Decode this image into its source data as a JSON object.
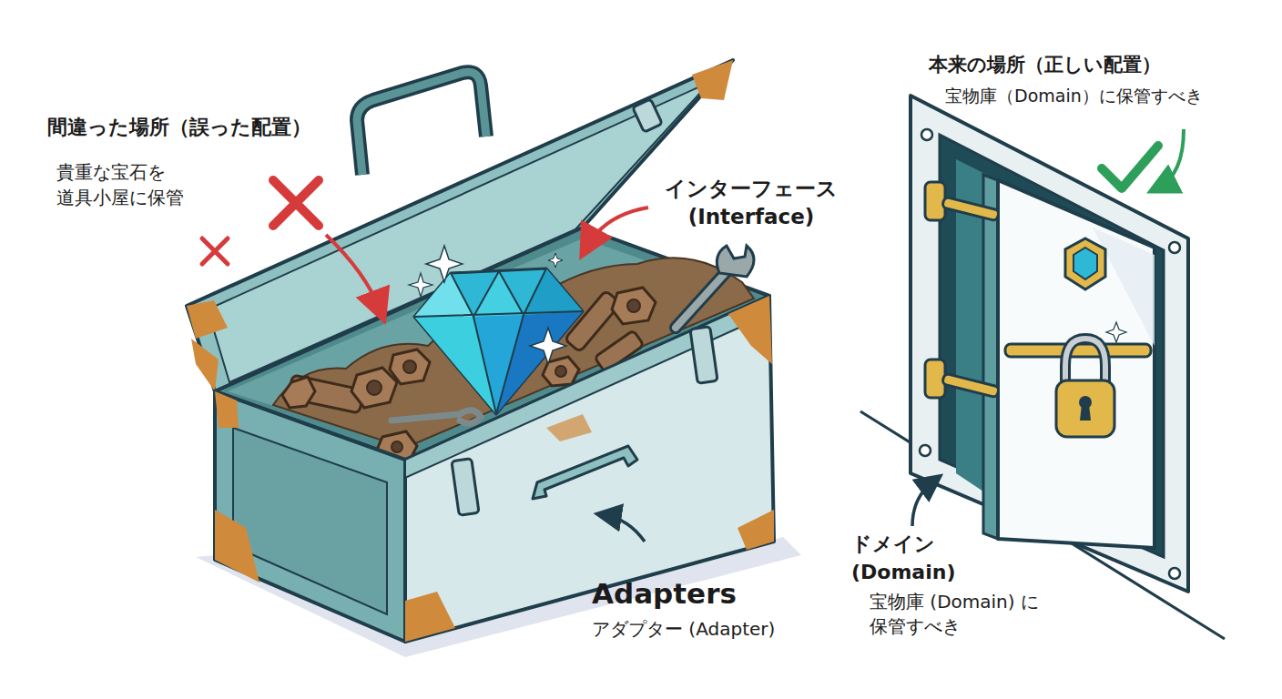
{
  "diagram": {
    "labels": [
      "間違った場所（誤った配置）",
      "貴重な宝石を 道具小屋に保管",
      "インターフェース (Interface)",
      "Adapters",
      "アダプター (Adapter)",
      "本来の場所（正しい配置）",
      "宝物庫（Domain）に保管すべき",
      "ドメイン (Domain)",
      "宝物庫 (Domain) に 保管すべき"
    ]
  }
}
